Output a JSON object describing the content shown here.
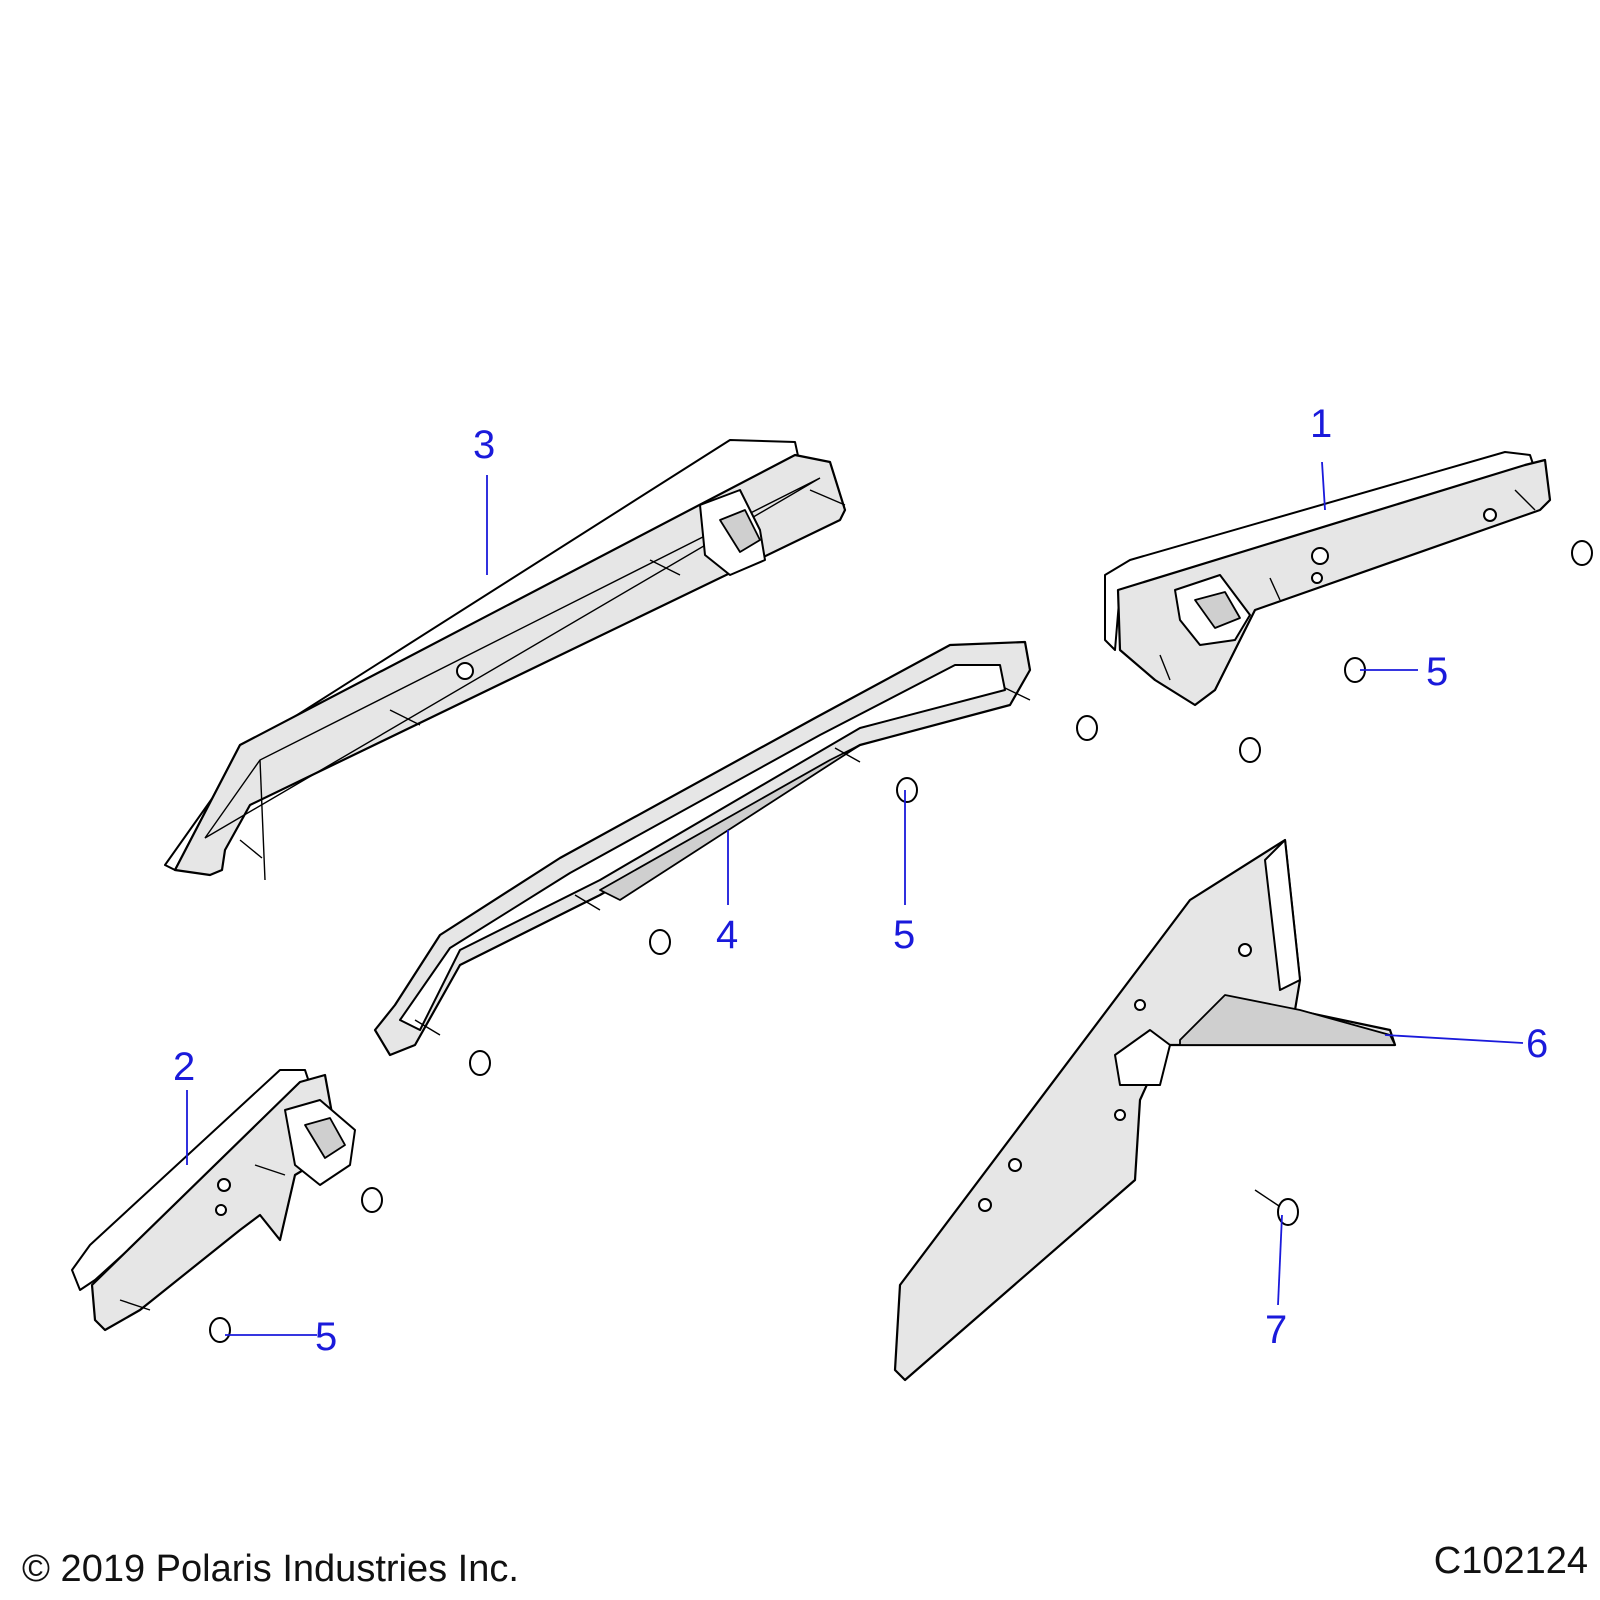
{
  "callouts": [
    "1",
    "2",
    "3",
    "4",
    "5",
    "5",
    "5",
    "6",
    "7"
  ],
  "copyright": "© 2019 Polaris Industries Inc.",
  "drawing_number": "C102124"
}
